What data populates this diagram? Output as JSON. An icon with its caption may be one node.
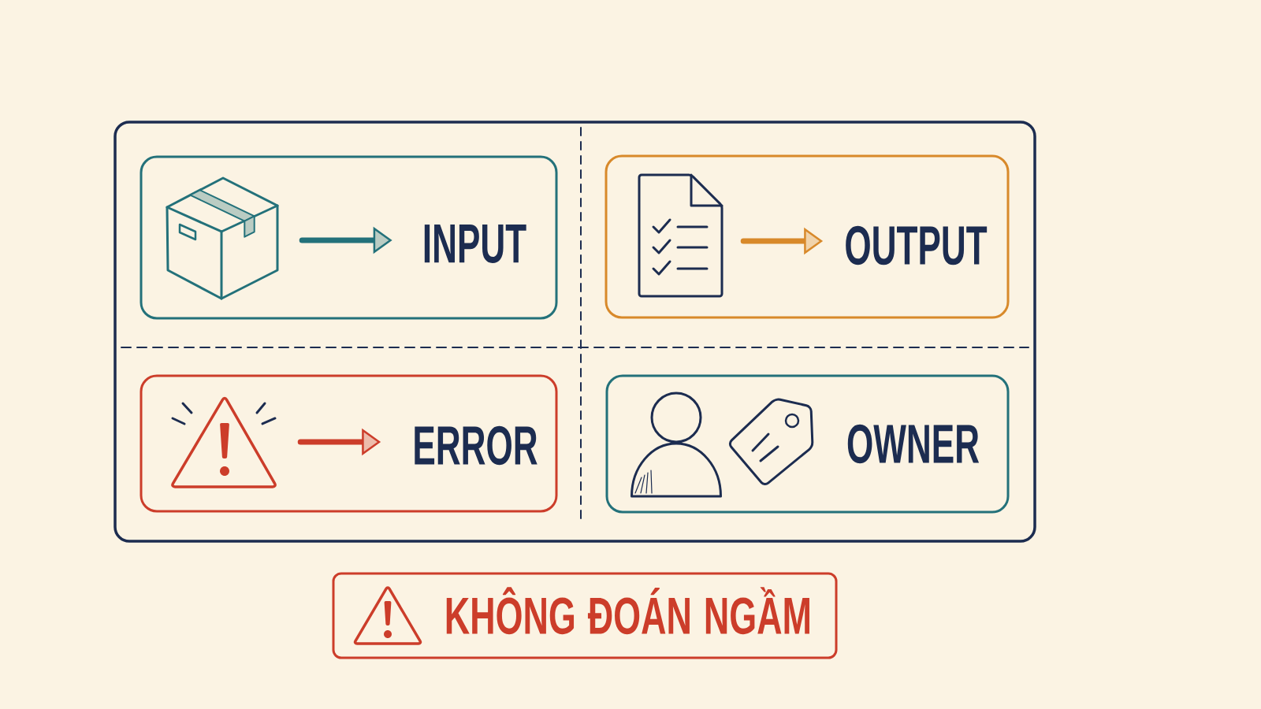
{
  "diagram": {
    "nodes": [
      {
        "text": [],
        "shape": "box"
      },
      {
        "text": [],
        "shape": "box",
        "in": 0
      },
      {
        "text": [],
        "shape": "picture",
        "in": 1
      },
      {
        "text": [
          "INPUT"
        ],
        "in": 1
      },
      {
        "text": [],
        "shape": "box",
        "in": 0
      },
      {
        "text": [],
        "shape": "picture",
        "in": 4
      },
      {
        "text": [
          "OUTPUT"
        ],
        "in": 4
      },
      {
        "text": [],
        "shape": "box",
        "in": 0
      },
      {
        "text": [],
        "shape": "picture",
        "in": 7
      },
      {
        "text": [
          "ERROR"
        ],
        "in": 7
      },
      {
        "text": [
          "OWNER"
        ],
        "in": 0
      },
      {
        "text": [
          "KHÔNG ĐOÁN NGẦM"
        ]
      }
    ],
    "edges": [
      {
        "from": 2,
        "to": 3,
        "arrow": "to",
        "color": "#23717a"
      },
      {
        "from": 5,
        "to": 6,
        "arrow": "to",
        "color": "#d8892a"
      },
      {
        "from": 8,
        "to": 9,
        "arrow": "to",
        "color": "#cc3d2a"
      }
    ]
  }
}
